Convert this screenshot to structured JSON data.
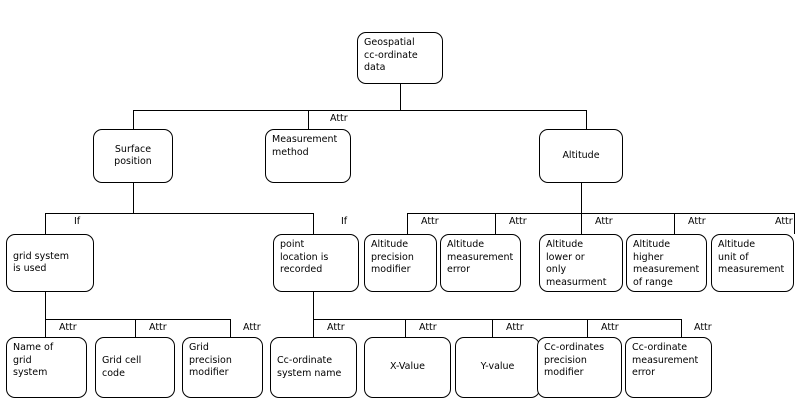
{
  "diagram": {
    "title": "Geospatial co-ordinate data structure tree",
    "background_color": "#ffffff",
    "line_color": "#000000",
    "text_color": "#000000",
    "type": "tree-diagram",
    "edge_label_attr": "Attr",
    "edge_label_if": "If"
  },
  "nodes": {
    "root": "Geospatial\ncc-ordinate\ndata",
    "surface_position": "Surface\nposition",
    "measurement_method": "Measurement\nmethod",
    "altitude": "Altitude",
    "grid_system_is_used": "grid system\nis used",
    "point_location_is_recorded": "point\nlocation is\nrecorded",
    "altitude_precision_modifier": "Altitude\nprecision\nmodifier",
    "altitude_measurement_error": "Altitude\nmeasurement\nerror",
    "altitude_lower_or_only": "Altitude\nlower or\nonly\nmeasurment",
    "altitude_higher_of_range": "Altitude\nhigher\nmeasurement\nof range",
    "altitude_unit_of_measurement": "Altitude\nunit of\nmeasurement",
    "name_of_grid_system": "Name of\ngrid\nsystem",
    "grid_cell_code": "Grid cell\ncode",
    "grid_precision_modifier": "Grid\nprecision\nmodifier",
    "coordinate_system_name": "Cc-ordinate\nsystem name",
    "x_value": "X-Value",
    "y_value": "Y-value",
    "coordinates_precision_modifier": "Cc-ordinates\nprecision\nmodifier",
    "coordinate_measurement_error": "Cc-ordinate\nmeasurement\nerror"
  },
  "edge_labels": {
    "root_to_measurement_method": "Attr",
    "surface_to_grid_system": "If",
    "surface_to_point_location": "If",
    "altitude_to_precision_modifier": "Attr",
    "altitude_to_measurement_error": "Attr",
    "altitude_to_lower_or_only": "Attr",
    "altitude_to_higher_of_range": "Attr",
    "altitude_to_unit_of_measurement": "Attr",
    "grid_to_name_of_grid_system": "Attr",
    "grid_to_grid_cell_code": "Attr",
    "grid_to_grid_precision_modifier": "Attr",
    "point_to_coordinate_system_name": "Attr",
    "point_to_x_value": "Attr",
    "point_to_y_value": "Attr",
    "point_to_coordinates_precision": "Attr",
    "point_to_coordinate_measurement_error": "Attr"
  }
}
